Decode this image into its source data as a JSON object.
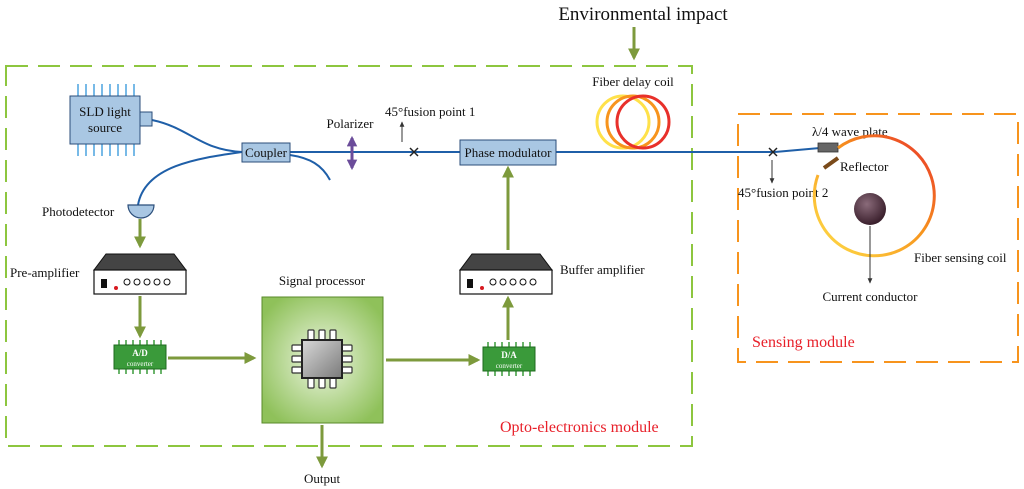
{
  "title": "Environmental impact",
  "modules": {
    "opto": "Opto-electronics module",
    "sensing": "Sensing module"
  },
  "components": {
    "sld_line1": "SLD light",
    "sld_line2": "source",
    "coupler": "Coupler",
    "polarizer": "Polarizer",
    "fusion1": "45°fusion point 1",
    "phase_modulator": "Phase modulator",
    "delay_coil": "Fiber delay coil",
    "photodetector": "Photodetector",
    "preamp": "Pre-amplifier",
    "buffer_amp": "Buffer amplifier",
    "signal_processor": "Signal processor",
    "adc_top": "A/D",
    "adc_bottom": "converter",
    "dac_top": "D/A",
    "dac_bottom": "converter",
    "output": "Output",
    "waveplate": "λ/4 wave plate",
    "reflector": "Reflector",
    "fusion2": "45°fusion point 2",
    "sensing_coil": "Fiber sensing coil",
    "conductor": "Current conductor"
  },
  "colors": {
    "opto_border": "#8dc63f",
    "sensing_border": "#f7941d",
    "fiber": "#1f5fa8",
    "arrow": "#7d9a3c",
    "box_fill": "#a9c7e3",
    "module_text": "#e8202a",
    "chip": "#3a9a3a"
  }
}
